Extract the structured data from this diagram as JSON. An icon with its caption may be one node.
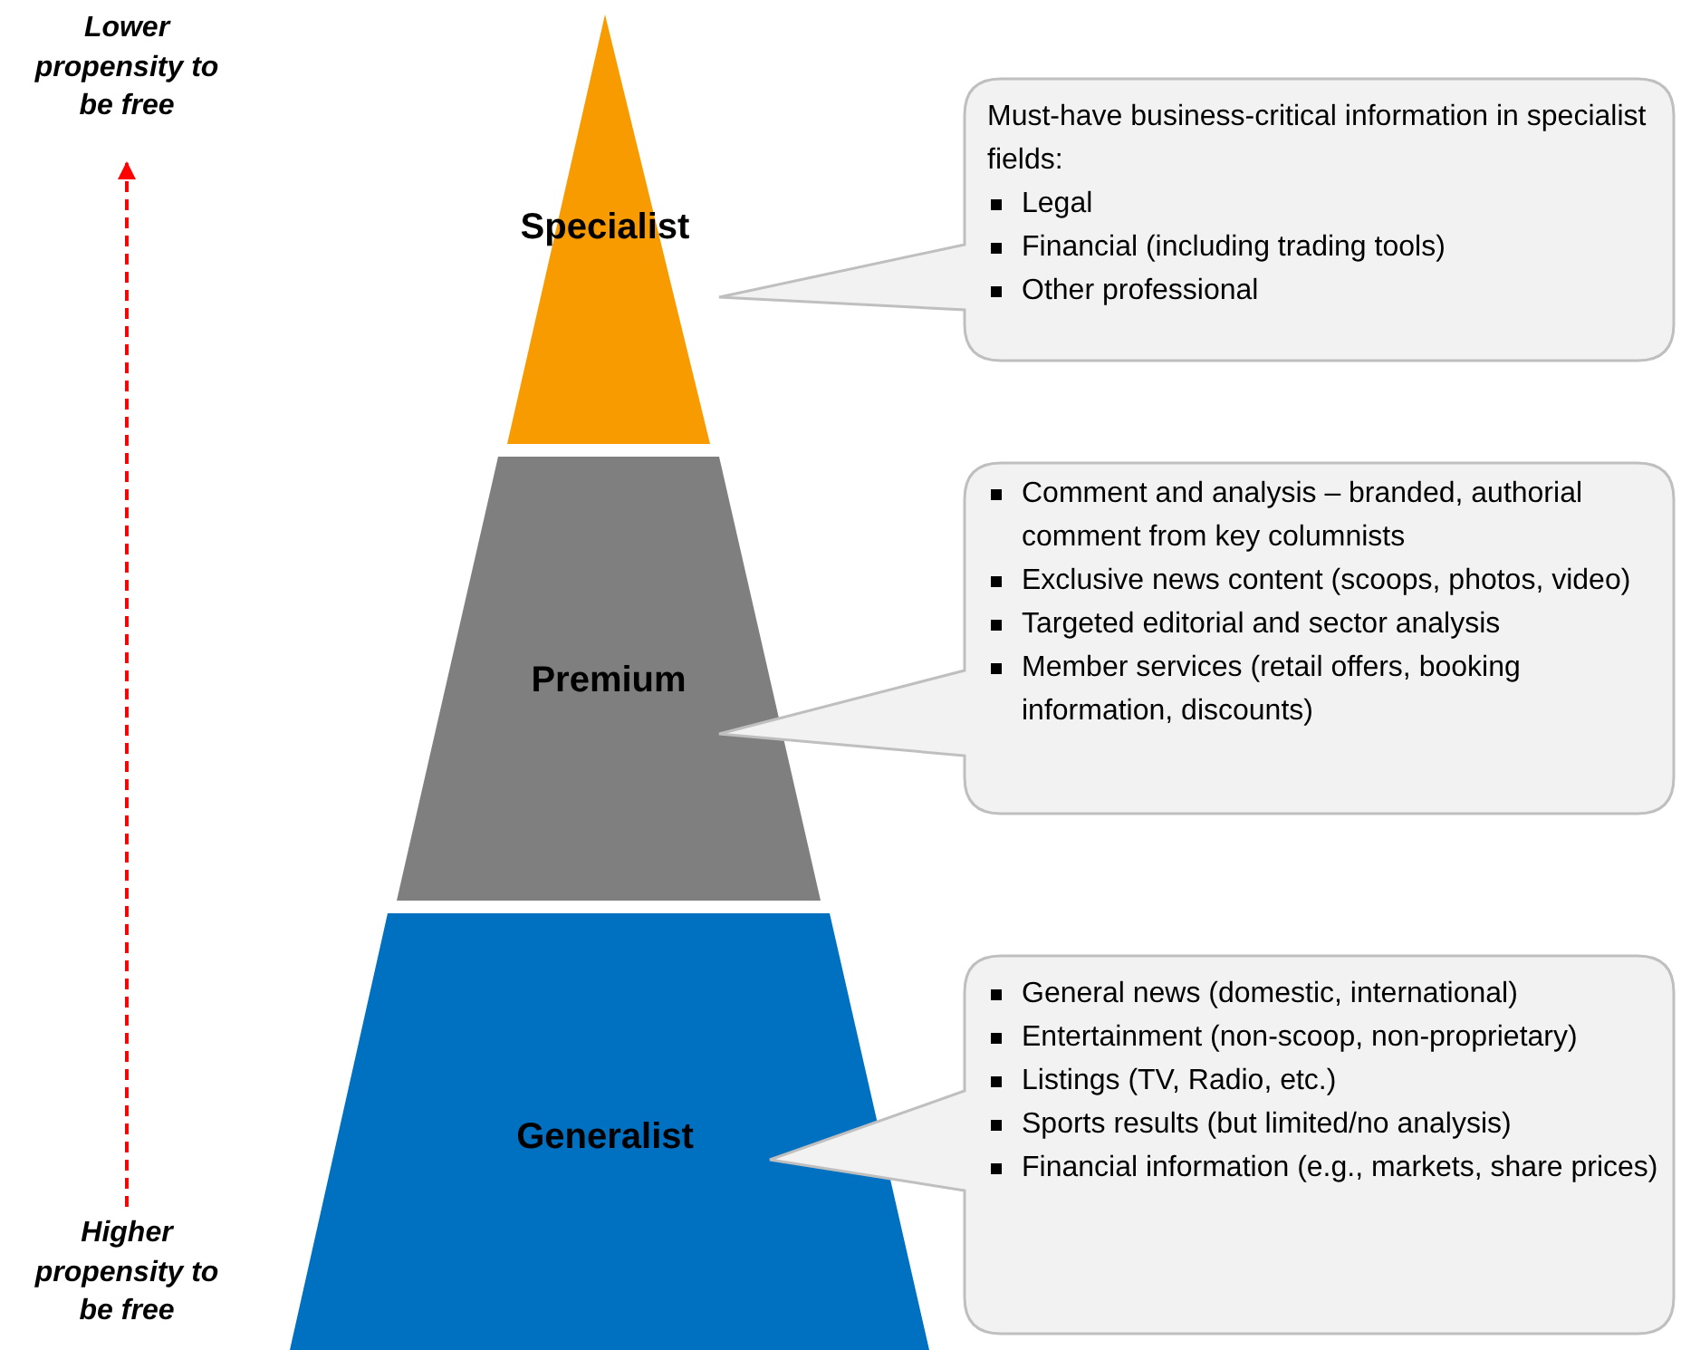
{
  "diagram": {
    "nodes": [
      {
        "text": [
          "Lower propensity to be free"
        ]
      },
      {
        "text": [
          "Specialist"
        ]
      },
      {
        "text": [
          "Must-have business-critical information in specialist fields:",
          "Legal",
          "Financial (including trading tools)",
          "Other professional"
        ]
      },
      {
        "text": [
          "Premium"
        ]
      },
      {
        "text": [
          "Comment and analysis – branded, authorial comment from key columnists",
          "Exclusive news content (scoops, photos, video)",
          "Targeted editorial and sector analysis",
          "Member services (retail offers, booking information, discounts)"
        ]
      },
      {
        "text": [
          "Generalist"
        ]
      },
      {
        "text": [
          "General news (domestic, international)",
          "Entertainment (non-scoop, non-proprietary)",
          "Listings (TV, Radio, etc.)",
          "Sports results (but limited/no analysis)",
          "Financial information (e.g., markets, share prices)"
        ]
      },
      {
        "text": [
          "Higher propensity to be free"
        ]
      }
    ],
    "edges": [
      {
        "from": 7,
        "to": 0,
        "arrow": "to",
        "style": "dashed",
        "color": "#ff0000"
      }
    ]
  }
}
